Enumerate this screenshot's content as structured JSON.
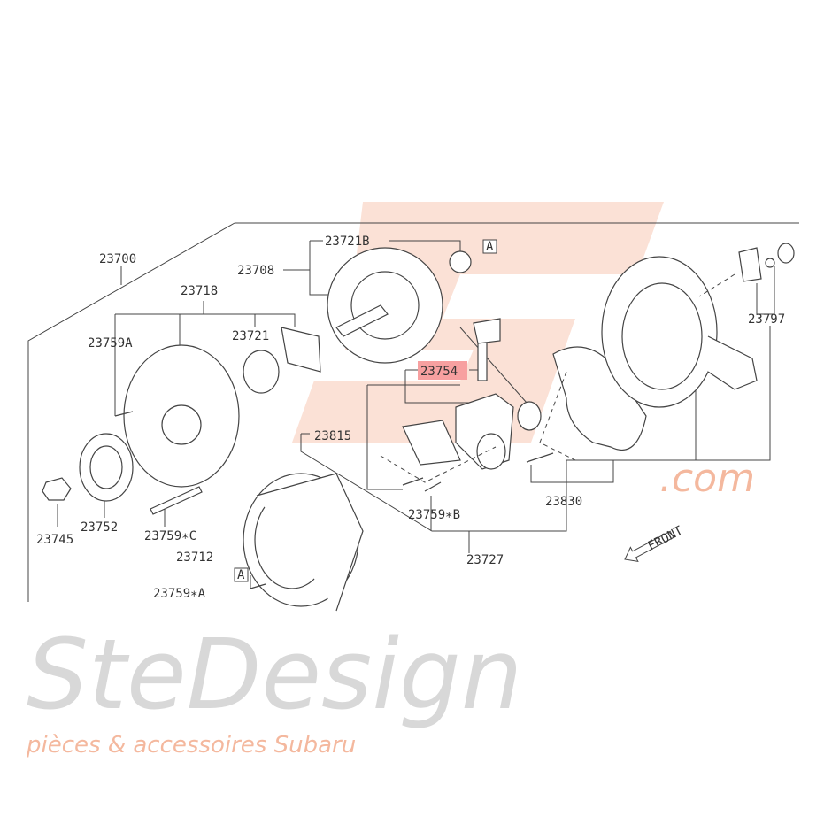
{
  "diagram": {
    "labels": {
      "assembly": "23700",
      "rotor": "23708",
      "bearing_rear": "23721B",
      "ref_a_top": "A",
      "front_cover": "23718",
      "bearing_front": "23721",
      "bolt_a_front": "23759A",
      "brush_holder": "23754",
      "terminal": "23797",
      "cover_plate": "23815",
      "rectifier": "23830",
      "nut": "23745",
      "pulley": "23752",
      "bolt_c": "23759∗C",
      "bolt_b": "23759∗B",
      "stator": "23712",
      "rear_assembly": "23727",
      "ref_a_bottom": "A",
      "bolt_a": "23759∗A",
      "front_arrow": "FRONT"
    },
    "highlight_color": "#f7a0a0"
  },
  "watermark": {
    "brand": "SteDesign",
    "domain": ".com",
    "tagline": "pièces & accessoires Subaru"
  }
}
